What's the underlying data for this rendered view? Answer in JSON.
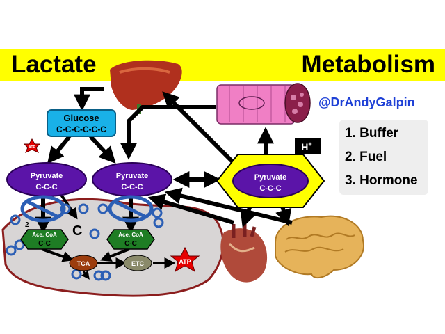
{
  "title": {
    "left": "Lactate",
    "right": "Metabolism"
  },
  "handle": "@DrAndyGalpin",
  "roles": [
    "1. Buffer",
    "2. Fuel",
    "3. Hormone"
  ],
  "glucose": {
    "name": "Glucose",
    "formula": "C-C-C-C-C-C"
  },
  "pyruvate_left": {
    "name": "Pyruvate",
    "formula": "C-C-C"
  },
  "pyruvate_mid": {
    "name": "Pyruvate",
    "formula": "C-C-C"
  },
  "pyruvate_right": {
    "name": "Pyruvate",
    "formula": "C-C-C"
  },
  "acetyl_left": {
    "name": "Ace. CoA",
    "formula": "C-C"
  },
  "acetyl_mid": {
    "name": "Ace. CoA",
    "formula": "C-C"
  },
  "tca": "TCA",
  "etc": "ETC",
  "atp_big": "ATP",
  "atp_small": "ATP",
  "hplus": {
    "base": "H",
    "sup": "+"
  },
  "co2": {
    "c": "C",
    "sub": "2"
  },
  "colors": {
    "band": "#ffff00",
    "pyruvate": "#5b14a8",
    "glucose": "#19b1e8",
    "acetyl": "#1e7d24",
    "tca": "#9c3d0e",
    "etc": "#8a8a6a",
    "atp": "#e60000",
    "cell": "#d8d5d5",
    "cell_border": "#8b1d1d",
    "handle": "#1e40d6"
  }
}
